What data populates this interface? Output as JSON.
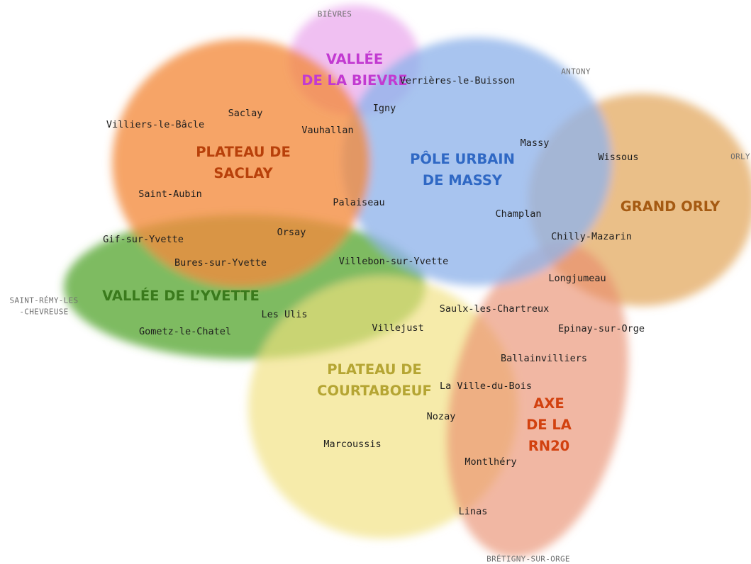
{
  "zones": [
    {
      "id": "bievre",
      "line1": "VALLÉE",
      "line2": "DE LA BIEVRE",
      "line3": "",
      "color": "#c23ad1"
    },
    {
      "id": "saclay",
      "line1": "PLATEAU DE",
      "line2": "SACLAY",
      "line3": "",
      "color": "#b8400a"
    },
    {
      "id": "massy",
      "line1": "PÔLE URBAIN",
      "line2": "DE MASSY",
      "line3": "",
      "color": "#2f68c4"
    },
    {
      "id": "orly",
      "line1": "GRAND ORLY",
      "line2": "",
      "line3": "",
      "color": "#a55a12"
    },
    {
      "id": "yvette",
      "line1": "VALLÉE DE L’YVETTE",
      "line2": "",
      "line3": "",
      "color": "#3a7a1c"
    },
    {
      "id": "courtaboeuf",
      "line1": "PLATEAU DE",
      "line2": "COURTABOEUF",
      "line3": "",
      "color": "#b5a533"
    },
    {
      "id": "rn20",
      "line1": "AXE",
      "line2": "DE LA",
      "line3": "RN20",
      "color": "#d2410f"
    }
  ],
  "towns": {
    "verrieres": "Verrières-le-Buisson",
    "igny": "Igny",
    "saclay": "Saclay",
    "villiers": "Villiers-le-Bâcle",
    "vauhallan": "Vauhallan",
    "massy": "Massy",
    "wissous": "Wissous",
    "saint_aubin": "Saint-Aubin",
    "palaiseau": "Palaiseau",
    "champlan": "Champlan",
    "orsay": "Orsay",
    "gif": "Gif-sur-Yvette",
    "chilly": "Chilly-Mazarin",
    "bures": "Bures-sur-Yvette",
    "villebon": "Villebon-sur-Yvette",
    "longjumeau": "Longjumeau",
    "les_ulis": "Les Ulis",
    "saulx": "Saulx-les-Chartreux",
    "villejust": "Villejust",
    "epinay": "Epinay-sur-Orge",
    "gometz": "Gometz-le-Chatel",
    "ballainvilliers": "Ballainvilliers",
    "ville_du_bois": "La Ville-du-Bois",
    "nozay": "Nozay",
    "marcoussis": "Marcoussis",
    "montlhery": "Montlhéry",
    "linas": "Linas"
  },
  "external": {
    "bievres": "BIÈVRES",
    "antony": "ANTONY",
    "orly": "ORLY",
    "saint_remy_1": "SAINT-RÉMY-LES",
    "saint_remy_2": "-CHEVREUSE",
    "bretigny": "BRÉTIGNY-SUR-ORGE"
  }
}
